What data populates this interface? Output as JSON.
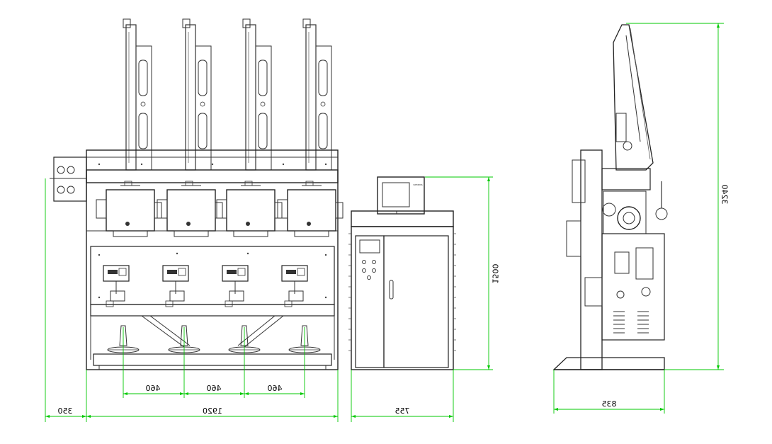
{
  "drawing": {
    "views": [
      "front-view",
      "control-cabinet",
      "side-view"
    ],
    "dimension_color": "#00c800",
    "line_color": "#333333"
  },
  "dimensions": {
    "spacing_1": "460",
    "spacing_2": "460",
    "spacing_3": "460",
    "left_overhang": "350",
    "frame_width": "1920",
    "cabinet_width": "755",
    "cabinet_height": "1500",
    "side_depth": "835",
    "overall_height": "3240"
  },
  "panel": {
    "brand_text": "SIEMENS"
  }
}
